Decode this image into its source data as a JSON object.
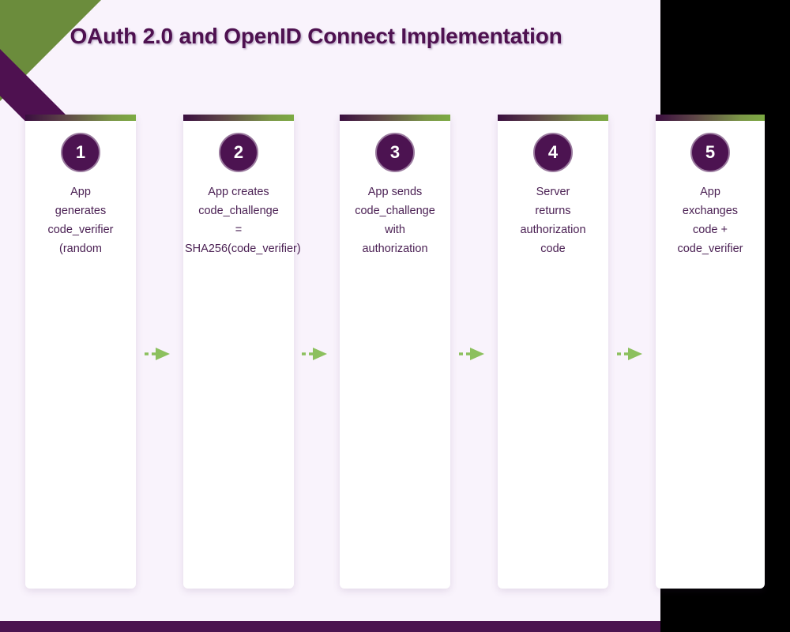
{
  "slide": {
    "title": "OAuth 2.0 and OpenID Connect Implementation",
    "background_color": "#f9f3fc",
    "accent_purple": "#4e1150",
    "accent_green": "#6b8c3c",
    "arrow_color": "#8cc05e"
  },
  "corner": {
    "green_wedge": "corner-wedge-green",
    "purple_stripe": "corner-stripe-purple"
  },
  "steps": [
    {
      "number": "1",
      "text": "App\ngenerates\ncode_verifier\n(random"
    },
    {
      "number": "2",
      "text": "App creates\ncode_challenge\n=\nSHA256(code_verifier)"
    },
    {
      "number": "3",
      "text": "App sends\ncode_challenge\nwith\nauthorization"
    },
    {
      "number": "4",
      "text": "Server\nreturns\nauthorization\ncode"
    },
    {
      "number": "5",
      "text": "App\nexchanges\ncode +\ncode_verifier"
    }
  ],
  "connectors": [
    {
      "label": "flow-arrow-1-to-2"
    },
    {
      "label": "flow-arrow-2-to-3"
    },
    {
      "label": "flow-arrow-3-to-4"
    },
    {
      "label": "flow-arrow-4-to-5"
    }
  ]
}
